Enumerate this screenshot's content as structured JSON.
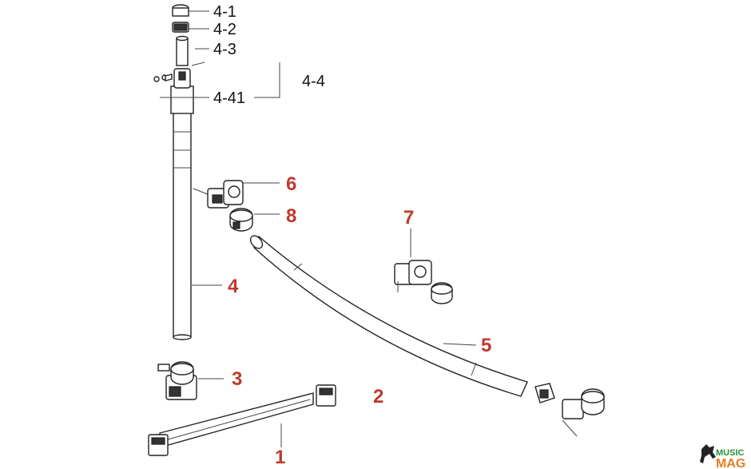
{
  "labels": {
    "l4_1": "4-1",
    "l4_2": "4-2",
    "l4_3": "4-3",
    "l4_4": "4-4",
    "l4_41": "4-41",
    "l1": "1",
    "l2": "2",
    "l3": "3",
    "l4": "4",
    "l5": "5",
    "l6": "6",
    "l7": "7",
    "l8": "8"
  },
  "watermark": {
    "line1": "MUSIC",
    "line2": "MAG"
  },
  "colors": {
    "callout_red": "#c0392b",
    "callout_black": "#111111",
    "watermark_green": "#2a8f3c",
    "watermark_orange": "#e67e22"
  }
}
